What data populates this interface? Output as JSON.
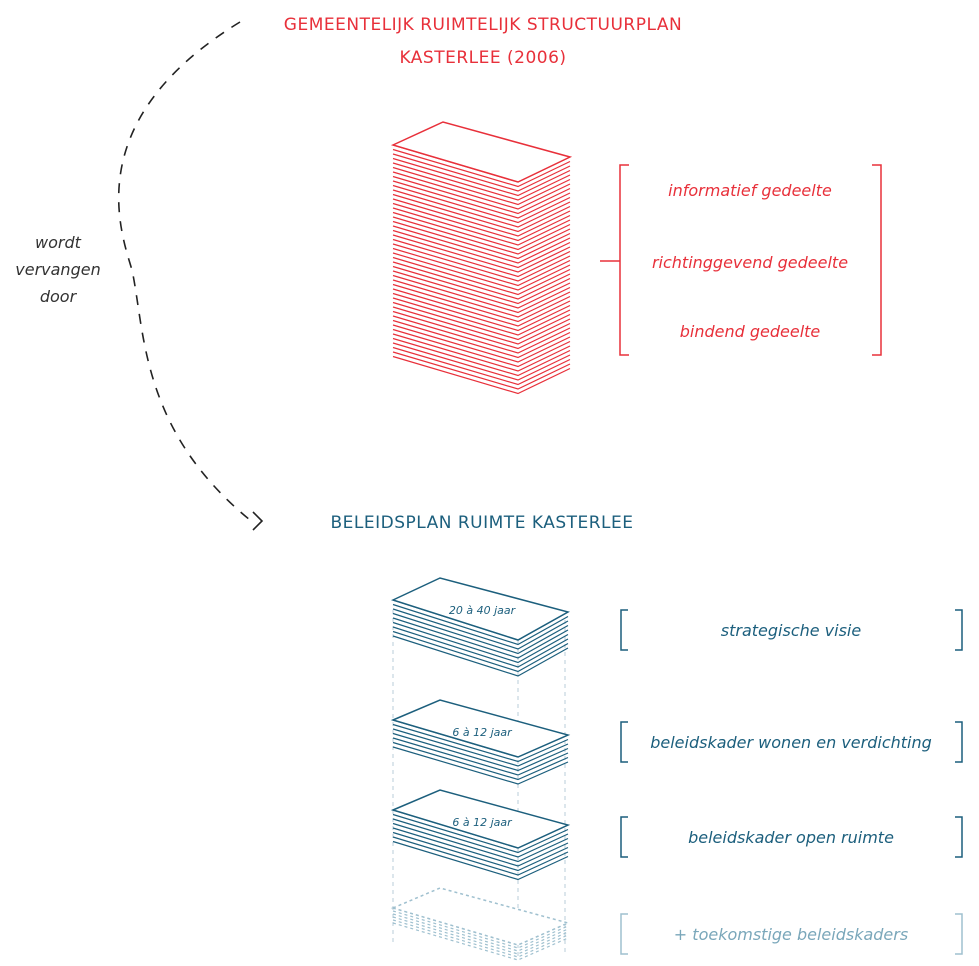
{
  "colors": {
    "red": "#e8303a",
    "blue": "#1c5f7d",
    "faded_blue": "#9fc0cf",
    "arrow": "#222222"
  },
  "old_plan": {
    "title_line1": "GEMEENTELIJK RUIMTELIJK STRUCTUURPLAN",
    "title_line2": "KASTERLEE (2006)",
    "parts": [
      "informatief gedeelte",
      "richtinggevend gedeelte",
      "bindend gedeelte"
    ]
  },
  "transition": {
    "line1": "wordt",
    "line2": "vervangen",
    "line3": "door"
  },
  "new_plan": {
    "title": "BELEIDSPLAN RUIMTE KASTERLEE",
    "layers": [
      {
        "years": "20 à 40 jaar",
        "label": "strategische visie"
      },
      {
        "years": "6 à 12 jaar",
        "label": "beleidskader wonen en verdichting"
      },
      {
        "years": "6 à 12 jaar",
        "label": "beleidskader open ruimte"
      },
      {
        "years": "",
        "label": "+ toekomstige beleidskaders"
      }
    ]
  }
}
